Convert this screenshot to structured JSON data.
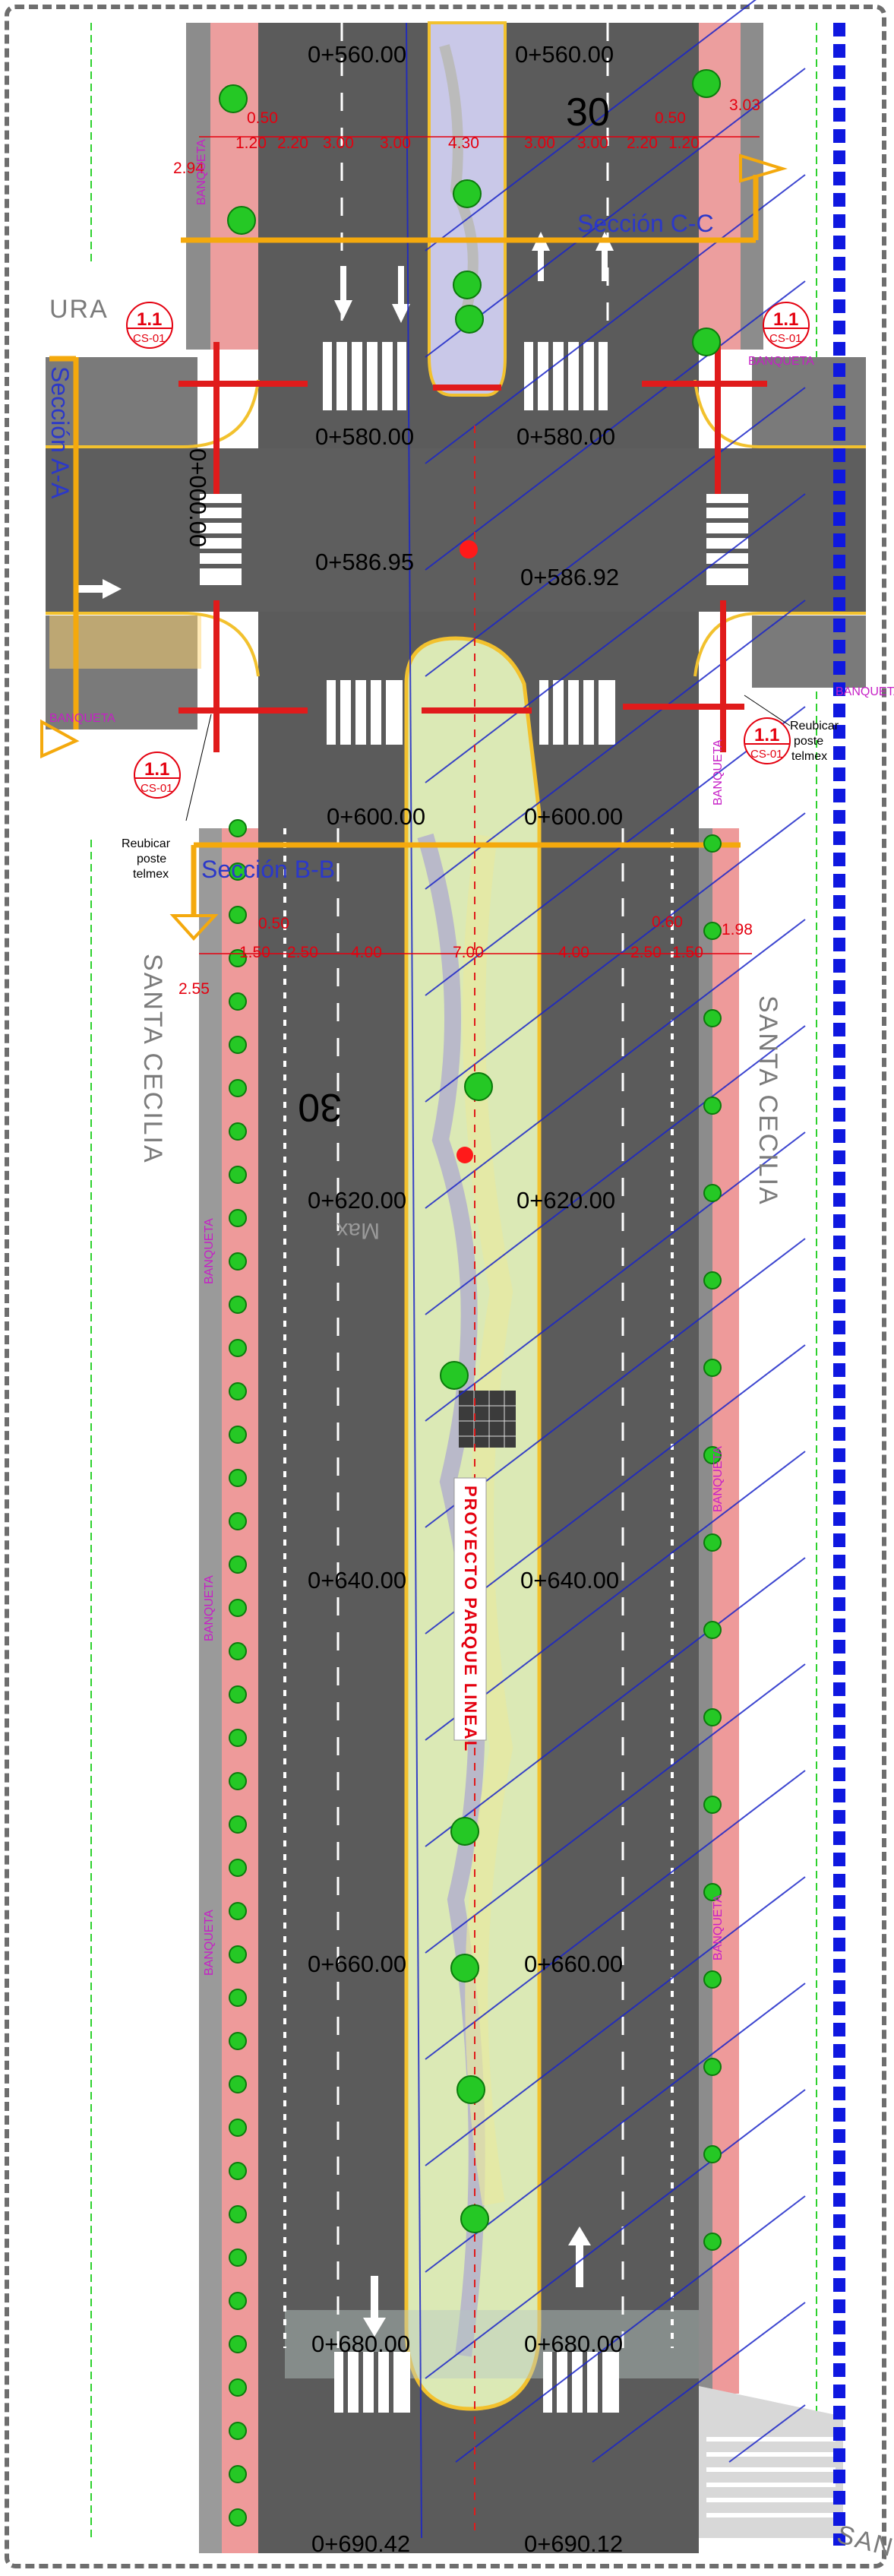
{
  "stations": {
    "top_left": "0+560.00",
    "top_right": "0+560.00",
    "s580_left": "0+580.00",
    "s580_right": "0+580.00",
    "s586_left": "0+586.95",
    "s586_right": "0+586.92",
    "s600_left": "0+600.00",
    "s600_right": "0+600.00",
    "s620_left": "0+620.00",
    "s620_right": "0+620.00",
    "s640_left": "0+640.00",
    "s640_right": "0+640.00",
    "s660_left": "0+660.00",
    "s660_right": "0+660.00",
    "s680_left": "0+680.00",
    "s680_right": "0+680.00",
    "s690_left": "0+690.42",
    "s690_right": "0+690.12",
    "cross_axis": "0+000.00"
  },
  "speed": {
    "top": "30",
    "middle": "30"
  },
  "road_names": {
    "left": "SANTA CECILIA",
    "right": "SANTA CECILIA",
    "top_left": "URA",
    "bottom_right": "SANTA"
  },
  "sections": {
    "a": "Sección A-A",
    "b": "Sección B-B",
    "c": "Sección C-C"
  },
  "top_dims": {
    "d1": "0.50",
    "d2": "1.20",
    "d3": "2.20",
    "d4": "3.00",
    "d5": "3.00",
    "d6": "4.30",
    "d7": "3.00",
    "d8": "3.00",
    "d9": "2.20",
    "d10": "1.20",
    "d11": "0.50",
    "d12": "3.03",
    "d13": "2.94"
  },
  "mid_dims": {
    "d1": "0.50",
    "d2": "1.50",
    "d3": "2.50",
    "d4": "4.00",
    "d5": "7.00",
    "d6": "4.00",
    "d7": "2.50",
    "d8": "1.50",
    "d9": "0.60",
    "d10": "1.98",
    "d11": "2.55"
  },
  "detail_tag": {
    "number": "1.1",
    "sheet": "CS-01"
  },
  "sidewalk_label": "BANQUETA",
  "notes": {
    "pole_left": [
      "Reubicar",
      "poste",
      "telmex"
    ],
    "pole_right": [
      "Reubicar",
      "poste",
      "telmex"
    ]
  },
  "project_label": "PROYECTO PARQUE LINEAL",
  "max_label": "Max",
  "colors": {
    "asphalt": "#595959",
    "sidewalk": "#e98f8f",
    "median": "#d7e6b0",
    "curb": "#f2c12e",
    "section_line": "#f4a90d",
    "hatch": "#1b25c8",
    "dim": "#e4000f",
    "tree": "#1fc21f",
    "fence": "#0f18e0"
  }
}
